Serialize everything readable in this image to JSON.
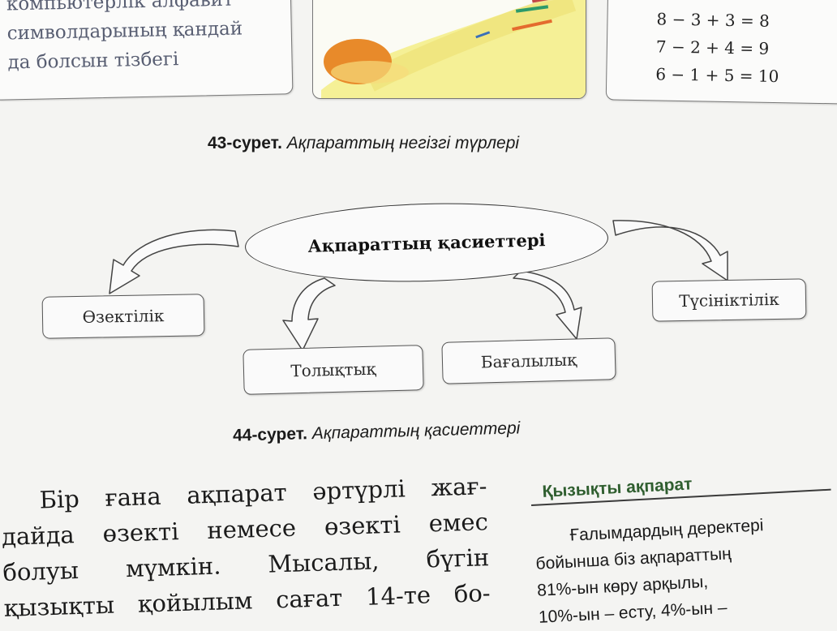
{
  "top_cards": {
    "left_lines": [
      "компьютерлік алфавит",
      "символдарының қандай",
      "да болсын тізбегі"
    ],
    "right_equations": [
      "8 − 3 + 3 = 8",
      "7 − 2 + 4 = 9",
      "6 − 1 + 5 = 10"
    ]
  },
  "fig43": {
    "num": "43-сурет.",
    "title": "Ақпараттың негізгі түрлері"
  },
  "diagram": {
    "center": "Ақпараттың қасиеттері",
    "nodes": {
      "relevance": "Өзектілік",
      "completeness": "Толықтық",
      "value": "Бағалылық",
      "clarity": "Түсініктілік"
    }
  },
  "fig44": {
    "num": "44-сурет.",
    "title": "Ақпараттың қасиеттері"
  },
  "body_lines": [
    [
      "Бір",
      "ғана",
      "ақпарат",
      "әртүрлі",
      "жағ-"
    ],
    [
      "дайда",
      "өзекті",
      "немесе",
      "өзекті",
      "емес"
    ],
    [
      "болуы",
      "мүмкін.",
      "Мысалы,",
      "бүгін"
    ],
    [
      "қызықты",
      "қойылым",
      "сағат",
      "14-те",
      "бо-"
    ]
  ],
  "sidebar": {
    "title": "Қызықты ақпарат",
    "lines": [
      "Ғалымдардың деректері",
      "бойынша біз ақпараттың",
      "81%-ын көру арқылы,",
      "10%-ын – есту, 4%-ын –"
    ]
  },
  "colors": {
    "sidebar_title": "#2f5e2f",
    "card_text": "#585e72"
  }
}
